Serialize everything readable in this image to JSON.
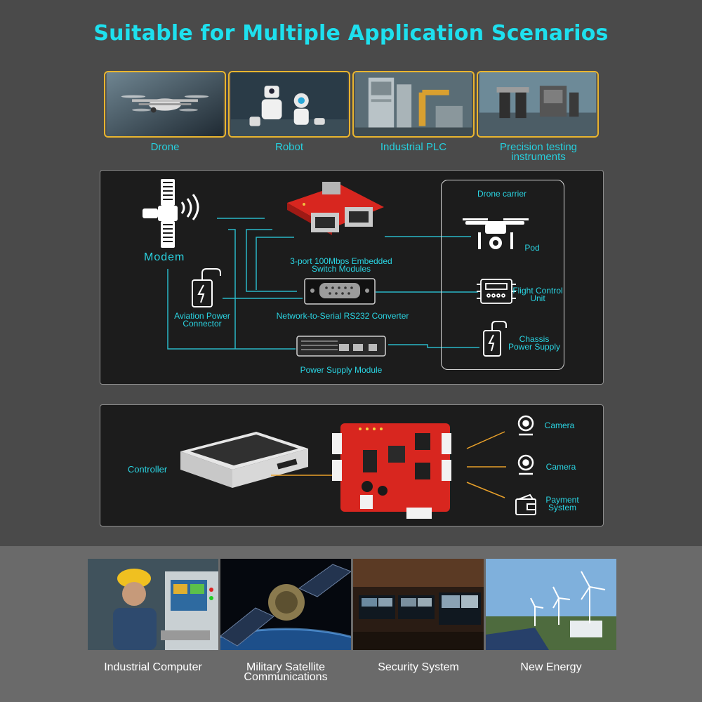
{
  "page": {
    "title": "Suitable for Multiple Application Scenarios"
  },
  "scenarios": [
    {
      "label": "Drone",
      "icon": "drone-photo"
    },
    {
      "label": "Robot",
      "icon": "robot-photo"
    },
    {
      "label": "Industrial PLC",
      "icon": "industrial-plc-photo"
    },
    {
      "label": "Precision testing instruments",
      "icon": "precision-instrument-photo"
    }
  ],
  "diagram": {
    "modem_label": "Modem",
    "switch_label": "3-port 100Mbps Embedded Switch Modules",
    "converter_label": "Network-to-Serial RS232 Converter",
    "power_module_label": "Power Supply Module",
    "aviation_label": "Aviation Power Connector",
    "carrier_title": "Drone carrier",
    "pod_label": "Pod",
    "flight_label": "Flight Control Unit",
    "chassis_label": "Chassis Power Supply"
  },
  "controller_diagram": {
    "controller_label": "Controller",
    "camera1_label": "Camera",
    "camera2_label": "Camera",
    "payment_label": "Payment System"
  },
  "applications": [
    {
      "label": "Industrial Computer",
      "icon": "industrial-computer-photo"
    },
    {
      "label": "Military Satellite Communications",
      "icon": "satellite-photo"
    },
    {
      "label": "Security System",
      "icon": "security-room-photo"
    },
    {
      "label": "New Energy",
      "icon": "wind-solar-photo"
    }
  ],
  "colors": {
    "accent": "#1ee0ee",
    "frame": "#e9b52f",
    "board_red": "#d8261f",
    "line_orange": "#e8a02a"
  }
}
